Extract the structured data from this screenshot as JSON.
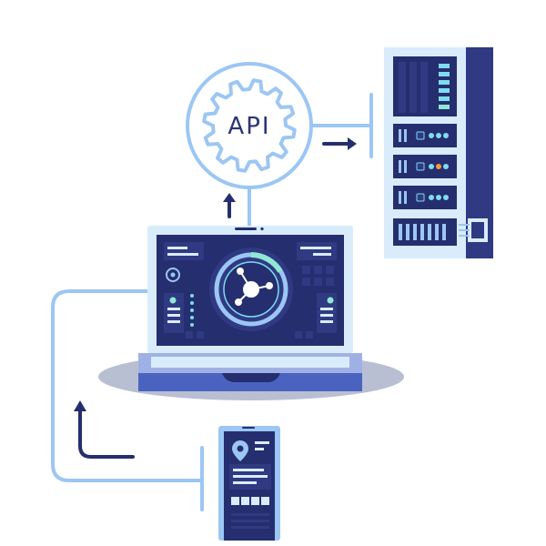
{
  "api_gear": {
    "label": "API",
    "icon": "gear-icon"
  },
  "colors": {
    "light_blue": "#9cc6f4",
    "pale_blue": "#d9ecfb",
    "dark_navy": "#252e6e",
    "navy": "#2f3a82",
    "cyan": "#7fdcf0",
    "mint": "#8ee8d2",
    "orange": "#f59a3c",
    "ellipse": "#b8bfd2",
    "laptop_base": "#9fb1e4",
    "laptop_bottom": "#4b63c0"
  },
  "icons": {
    "arrow_right": "arrow-right-icon",
    "arrow_up": "arrow-up-icon",
    "arrow_curved_up": "curved-arrow-up-icon",
    "location_pin": "location-pin-icon",
    "target": "target-icon",
    "network_hub": "network-hub-icon"
  },
  "devices": [
    "server-rack",
    "laptop",
    "mobile-phone"
  ]
}
